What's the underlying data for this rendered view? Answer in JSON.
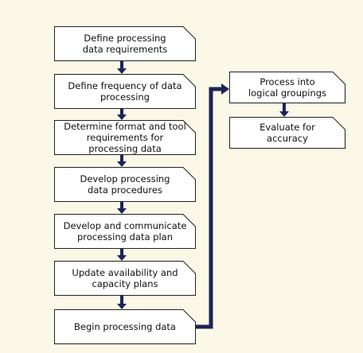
{
  "colors": {
    "background": "#fbf8e8",
    "box_fill": "#ffffff",
    "box_border": "#222222",
    "connector": "#1d2357"
  },
  "flowchart": {
    "main_steps": [
      {
        "label": "Define processing\ndata requirements"
      },
      {
        "label": "Define frequency of data\nprocessing"
      },
      {
        "label": "Determine format and tool\nrequirements for processing data"
      },
      {
        "label": "Develop processing\ndata procedures"
      },
      {
        "label": "Develop and communicate\nprocessing data plan"
      },
      {
        "label": "Update availability and\ncapacity plans"
      },
      {
        "label": "Begin processing data"
      }
    ],
    "side_steps": [
      {
        "label": "Process into\nlogical groupings"
      },
      {
        "label": "Evaluate for\naccuracy"
      }
    ]
  }
}
